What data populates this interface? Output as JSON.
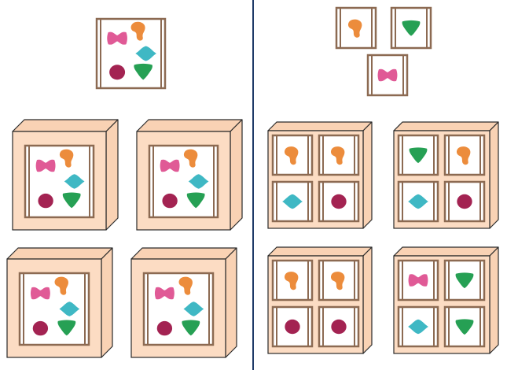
{
  "colors": {
    "background": "#ffffff",
    "divider": "#1f3a68",
    "frame": "#8c6a52",
    "box_face": "#fcdcc3",
    "box_side": "#f9d2b4",
    "box_stroke": "#2a2a2a",
    "pink": "#e05a96",
    "orange": "#ec8c3c",
    "teal": "#3fb8c4",
    "crimson": "#a32352",
    "green": "#26a054"
  },
  "left_panel": {
    "reference_panel": [
      "pink-bowtie",
      "orange-blob",
      "teal-diamond",
      "crimson-circle",
      "green-triangle"
    ],
    "boxes": [
      [
        "pink-bowtie",
        "orange-blob",
        "teal-diamond",
        "crimson-circle",
        "green-triangle"
      ],
      [
        "pink-bowtie",
        "orange-blob",
        "teal-diamond",
        "crimson-circle",
        "green-triangle"
      ],
      [
        "pink-bowtie",
        "orange-blob",
        "teal-diamond",
        "crimson-circle",
        "green-triangle"
      ],
      [
        "pink-bowtie",
        "orange-blob",
        "teal-diamond",
        "crimson-circle",
        "green-triangle"
      ]
    ]
  },
  "right_panel": {
    "reference_tiles": [
      "orange-blob",
      "green-triangle",
      "pink-bowtie"
    ],
    "boxes": [
      [
        "orange-blob",
        "orange-blob",
        "teal-diamond",
        "crimson-circle"
      ],
      [
        "green-triangle",
        "orange-blob",
        "teal-diamond",
        "crimson-circle"
      ],
      [
        "orange-blob",
        "orange-blob",
        "crimson-circle",
        "crimson-circle"
      ],
      [
        "pink-bowtie",
        "green-triangle",
        "teal-diamond",
        "green-triangle"
      ]
    ]
  }
}
